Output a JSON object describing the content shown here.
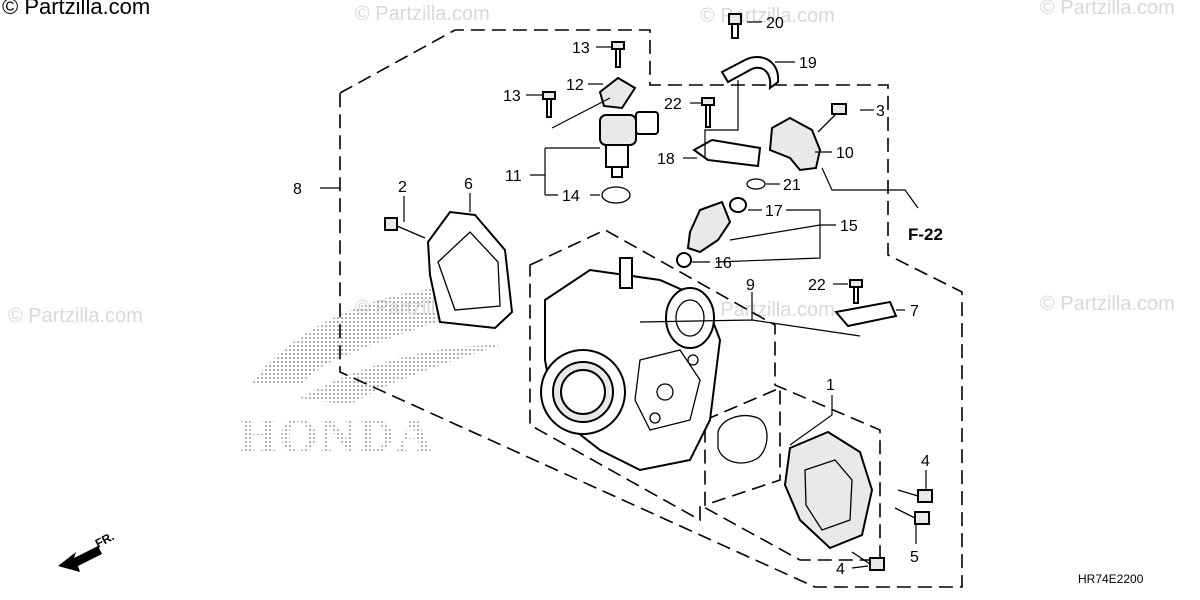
{
  "watermarks": [
    "© Partzilla.com",
    "© Partzilla.com",
    "© Partzilla.com",
    "© Partzilla.com",
    "© Partzilla.com",
    "© Partzilla.com",
    "© Partzilla.com",
    "© Partzilla.com"
  ],
  "brand_logo_text": "HONDA",
  "callouts": {
    "c1": "1",
    "c2": "2",
    "c3": "3",
    "c4a": "4",
    "c4b": "4",
    "c5": "5",
    "c6": "6",
    "c7": "7",
    "c8": "8",
    "c9": "9",
    "c10": "10",
    "c11": "11",
    "c12": "12",
    "c13a": "13",
    "c13b": "13",
    "c14": "14",
    "c15": "15",
    "c16": "16",
    "c17": "17",
    "c18": "18",
    "c19": "19",
    "c20": "20",
    "c21": "21",
    "c22a": "22",
    "c22b": "22"
  },
  "reference_label": "F-22",
  "front_label": "FR.",
  "diagram_code": "HR74E2200"
}
